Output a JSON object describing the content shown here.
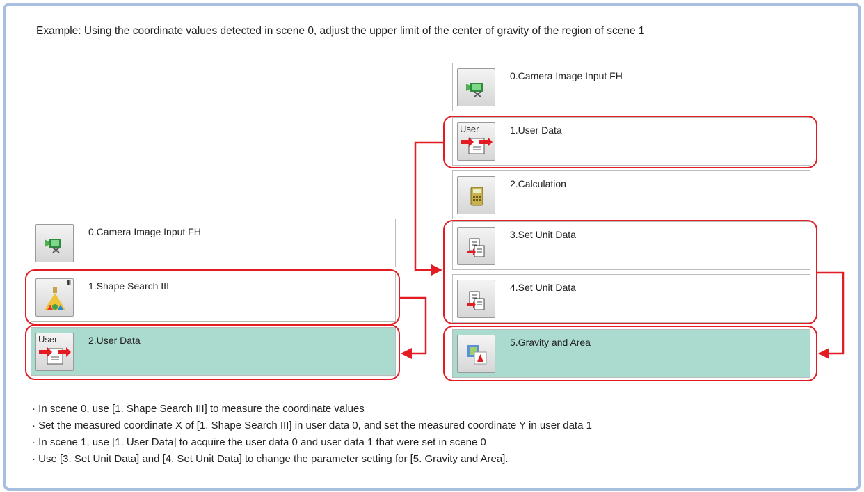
{
  "title": "Example: Using the coordinate values detected in scene 0, adjust the upper limit of the center of gravity of the region of scene 1",
  "scene0": {
    "items": [
      {
        "label": "0.Camera Image Input FH",
        "icon": "camera-icon",
        "highlighted": false
      },
      {
        "label": "1.Shape Search III",
        "icon": "shape-search-icon",
        "highlighted": false
      },
      {
        "label": "2.User Data",
        "icon": "user-data-icon",
        "icon_text": "User",
        "highlighted": true
      }
    ]
  },
  "scene1": {
    "items": [
      {
        "label": "0.Camera Image Input FH",
        "icon": "camera-icon",
        "highlighted": false
      },
      {
        "label": "1.User Data",
        "icon": "user-data-icon",
        "icon_text": "User",
        "highlighted": false
      },
      {
        "label": "2.Calculation",
        "icon": "calculator-icon",
        "highlighted": false
      },
      {
        "label": "3.Set Unit Data",
        "icon": "set-unit-data-icon",
        "highlighted": false
      },
      {
        "label": "4.Set Unit Data",
        "icon": "set-unit-data-icon",
        "highlighted": false
      },
      {
        "label": "5.Gravity and Area",
        "icon": "gravity-area-icon",
        "highlighted": true
      }
    ]
  },
  "notes": [
    "· In scene 0, use [1. Shape Search III] to measure the coordinate values",
    "· Set the measured coordinate X of [1. Shape Search III] in user data 0, and set the measured coordinate Y in user data 1",
    "· In scene 1, use [1. User Data] to acquire the user data 0 and user data 1 that were set in scene 0",
    "· Use [3. Set Unit Data] and [4. Set Unit Data] to change the parameter setting for [5. Gravity and Area]."
  ],
  "colors": {
    "frame": "#a9bfdf",
    "highlight_fill": "#abdbcf",
    "arrow": "#e31b23"
  }
}
